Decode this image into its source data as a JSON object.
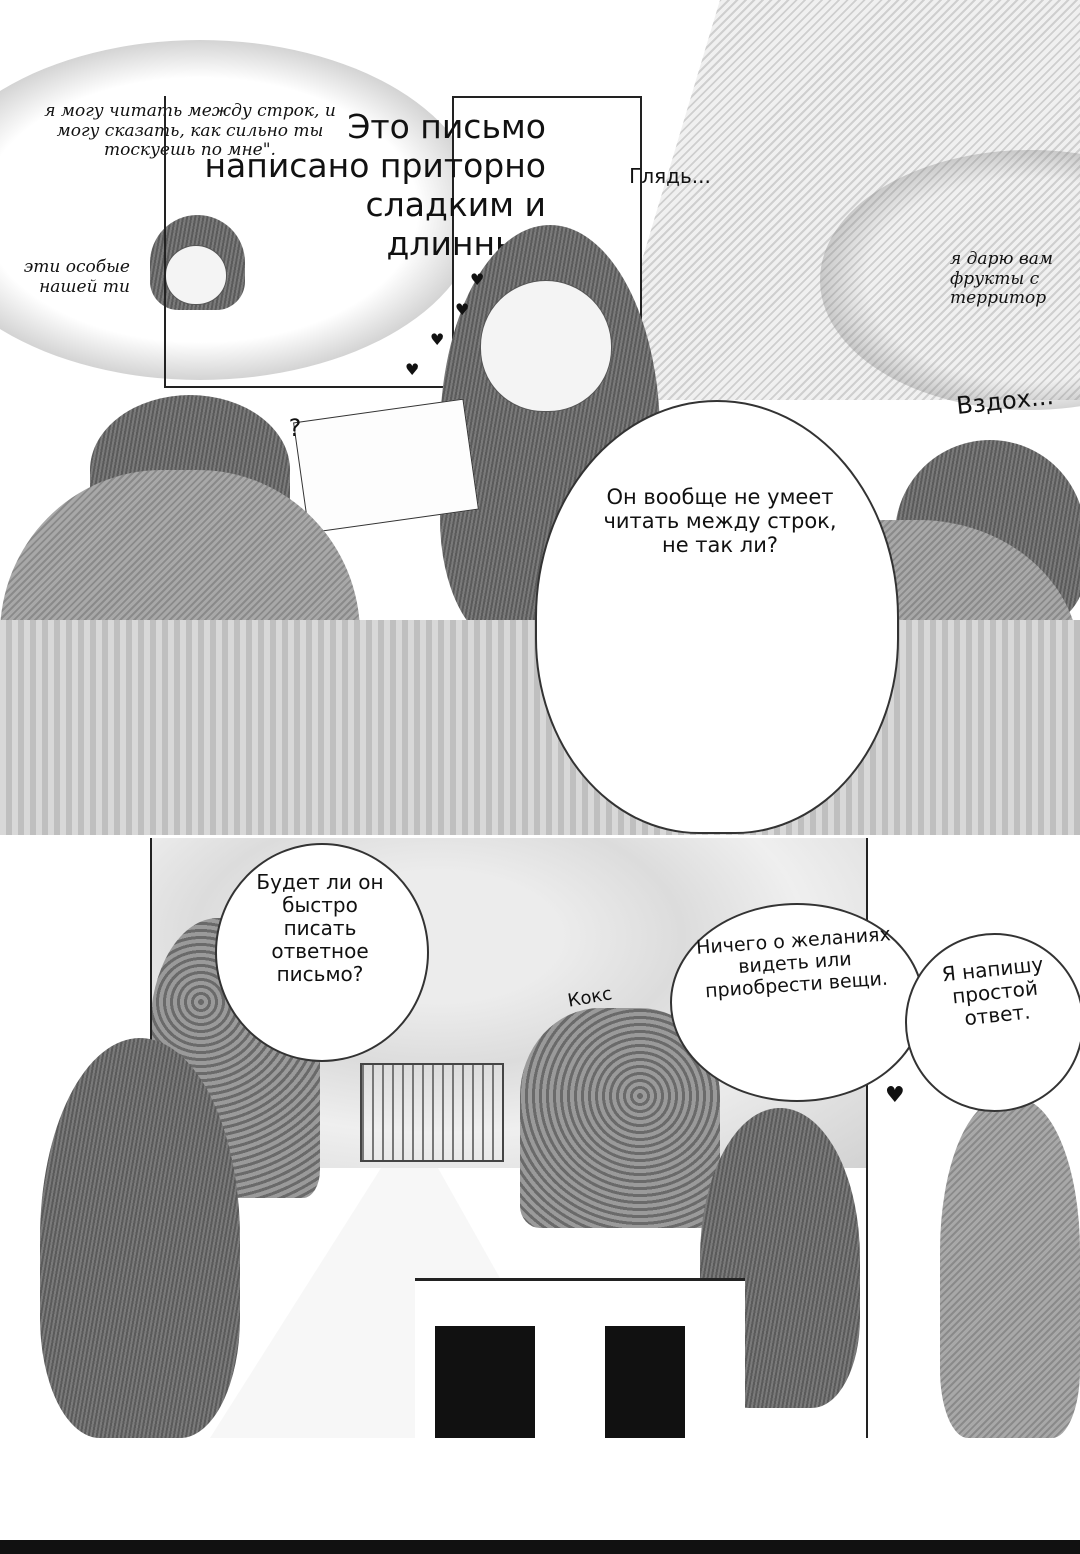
{
  "top_panel": {
    "thought_left": "я могу читать между строк, и могу сказать, как сильно ты тоскуешь по мне\".",
    "thought_left_partial": "эти особые нашей ти",
    "narration": "Это письмо написано приторно сладким и длинным",
    "glance_label": "Глядь...",
    "thought_right": "я дарю вам фрукты с территор",
    "sigh_label": "Вздох...",
    "question_mark": "?",
    "speech_center": "Он вообще не умеет читать между строк, не так ли?"
  },
  "bottom_panel": {
    "speech_left": "Будет ли он быстро писать ответное письмо?",
    "sound_label": "Кокс",
    "speech_middle": "Ничего о желаниях видеть или приобрести вещи.",
    "speech_right": "Я напишу простой ответ."
  },
  "colors": {
    "ink": "#111111",
    "screentone": "#9a9a9a",
    "paper": "#ffffff"
  }
}
